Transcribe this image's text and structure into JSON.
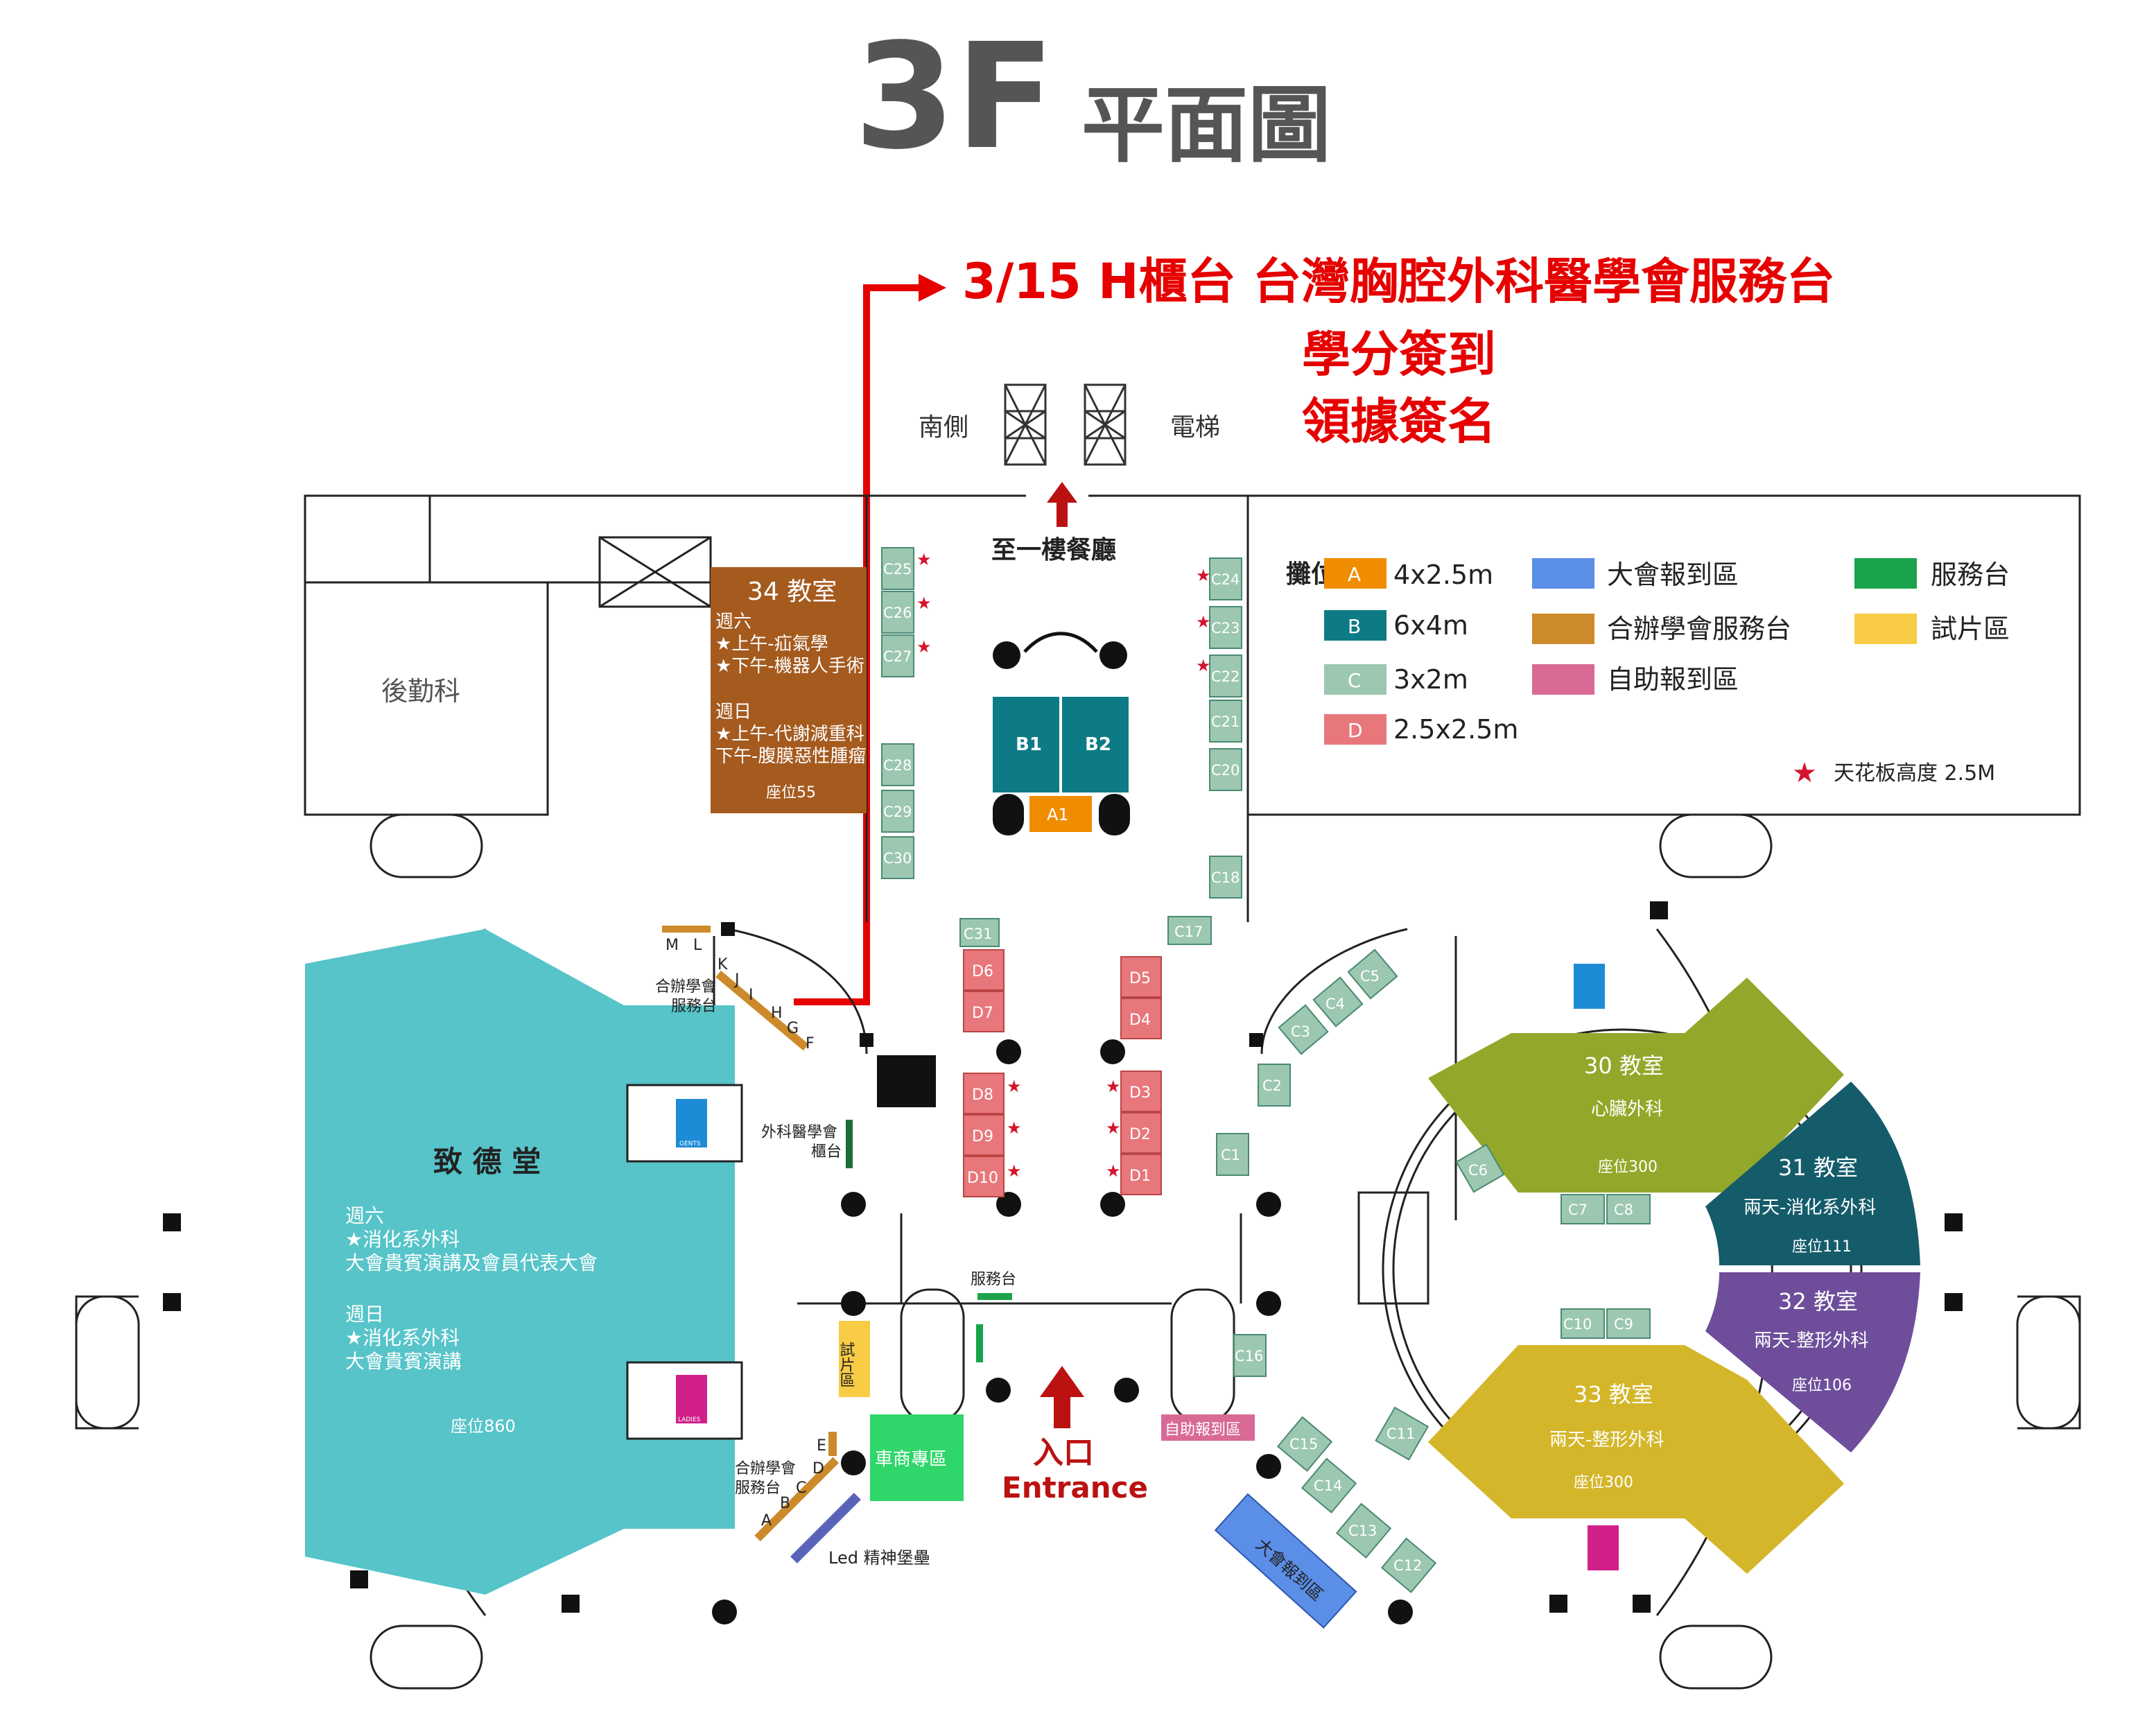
{
  "header": {
    "title_big": "3F",
    "title_small": "平面圖"
  },
  "notice": {
    "line1": "3/15  H櫃台  台灣胸腔外科醫學會服務台",
    "line2": "學分簽到",
    "line3": "領據簽名"
  },
  "top": {
    "south_label": "南側",
    "elevator_label": "電梯",
    "to_first_floor": "至一樓餐廳"
  },
  "legend": {
    "booth_title": "攤位",
    "sizes": [
      {
        "code": "A",
        "size": "4x2.5m",
        "color": "#f08c00"
      },
      {
        "code": "B",
        "size": "6x4m",
        "color": "#0d7b86"
      },
      {
        "code": "C",
        "size": "3x2m",
        "color": "#9cc7b0"
      },
      {
        "code": "D",
        "size": "2.5x2.5m",
        "color": "#e8777c"
      }
    ],
    "areas": [
      {
        "label": "大會報到區",
        "color": "#5b8ee6"
      },
      {
        "label": "合辦學會服務台",
        "color": "#cc8a2a"
      },
      {
        "label": "自助報到區",
        "color": "#d96a95"
      },
      {
        "label": "服務台",
        "color": "#1aa34a"
      },
      {
        "label": "試片區",
        "color": "#f8cc45"
      }
    ],
    "ceiling_note": "天花板高度 2.5M"
  },
  "rooms": {
    "logistics": "後勤科",
    "room34": {
      "title": "34 教室",
      "lines": [
        "週六",
        "★上午-疝氣學",
        "★下午-機器人手術",
        "週日",
        "★上午-代謝減重科",
        "下午-腹膜惡性腫瘤"
      ],
      "seats": "座位55"
    },
    "hall": {
      "title": "致 德 堂",
      "lines": [
        "週六",
        "★消化系外科",
        "大會貴賓演講及會員代表大會",
        "週日",
        "★消化系外科",
        "大會貴賓演講"
      ],
      "seats": "座位860"
    },
    "room30": {
      "title": "30 教室",
      "sub": "心臟外科",
      "seats": "座位300"
    },
    "room31": {
      "title": "31 教室",
      "sub": "兩天-消化系外科",
      "seats": "座位111"
    },
    "room32": {
      "title": "32 教室",
      "sub": "兩天-整形外科",
      "seats": "座位106"
    },
    "room33": {
      "title": "33 教室",
      "sub": "兩天-整形外科",
      "seats": "座位300"
    }
  },
  "booths": {
    "a1": "A1",
    "b1": "B1",
    "b2": "B2",
    "c": [
      "C1",
      "C2",
      "C3",
      "C4",
      "C5",
      "C6",
      "C7",
      "C8",
      "C9",
      "C10",
      "C11",
      "C12",
      "C13",
      "C14",
      "C15",
      "C16",
      "C17",
      "C18",
      "C20",
      "C21",
      "C22",
      "C23",
      "C24",
      "C25",
      "C26",
      "C27",
      "C28",
      "C29",
      "C30",
      "C31"
    ],
    "d": [
      "D1",
      "D2",
      "D3",
      "D4",
      "D5",
      "D6",
      "D7",
      "D8",
      "D9",
      "D10"
    ]
  },
  "labels": {
    "joint_society_desk_upper": [
      "合辦學會",
      "服務台"
    ],
    "joint_society_desk_lower": [
      "合辦學會",
      "服務台"
    ],
    "letters_upper": [
      "M",
      "L",
      "K",
      "J",
      "I",
      "H",
      "G",
      "F"
    ],
    "letters_lower": [
      "E",
      "D",
      "C",
      "B",
      "A"
    ],
    "surgery_desk": [
      "外科醫學會",
      "櫃台"
    ],
    "service_desk": "服務台",
    "film_area": "試片區",
    "vendor_area": "車商專區",
    "self_checkin": "自助報到區",
    "registration": "大會報到區",
    "led": "Led 精神堡壘",
    "entrance_zh": "入口",
    "entrance_en": "Entrance",
    "gents": "GENTS",
    "ladies": "LADIES"
  }
}
